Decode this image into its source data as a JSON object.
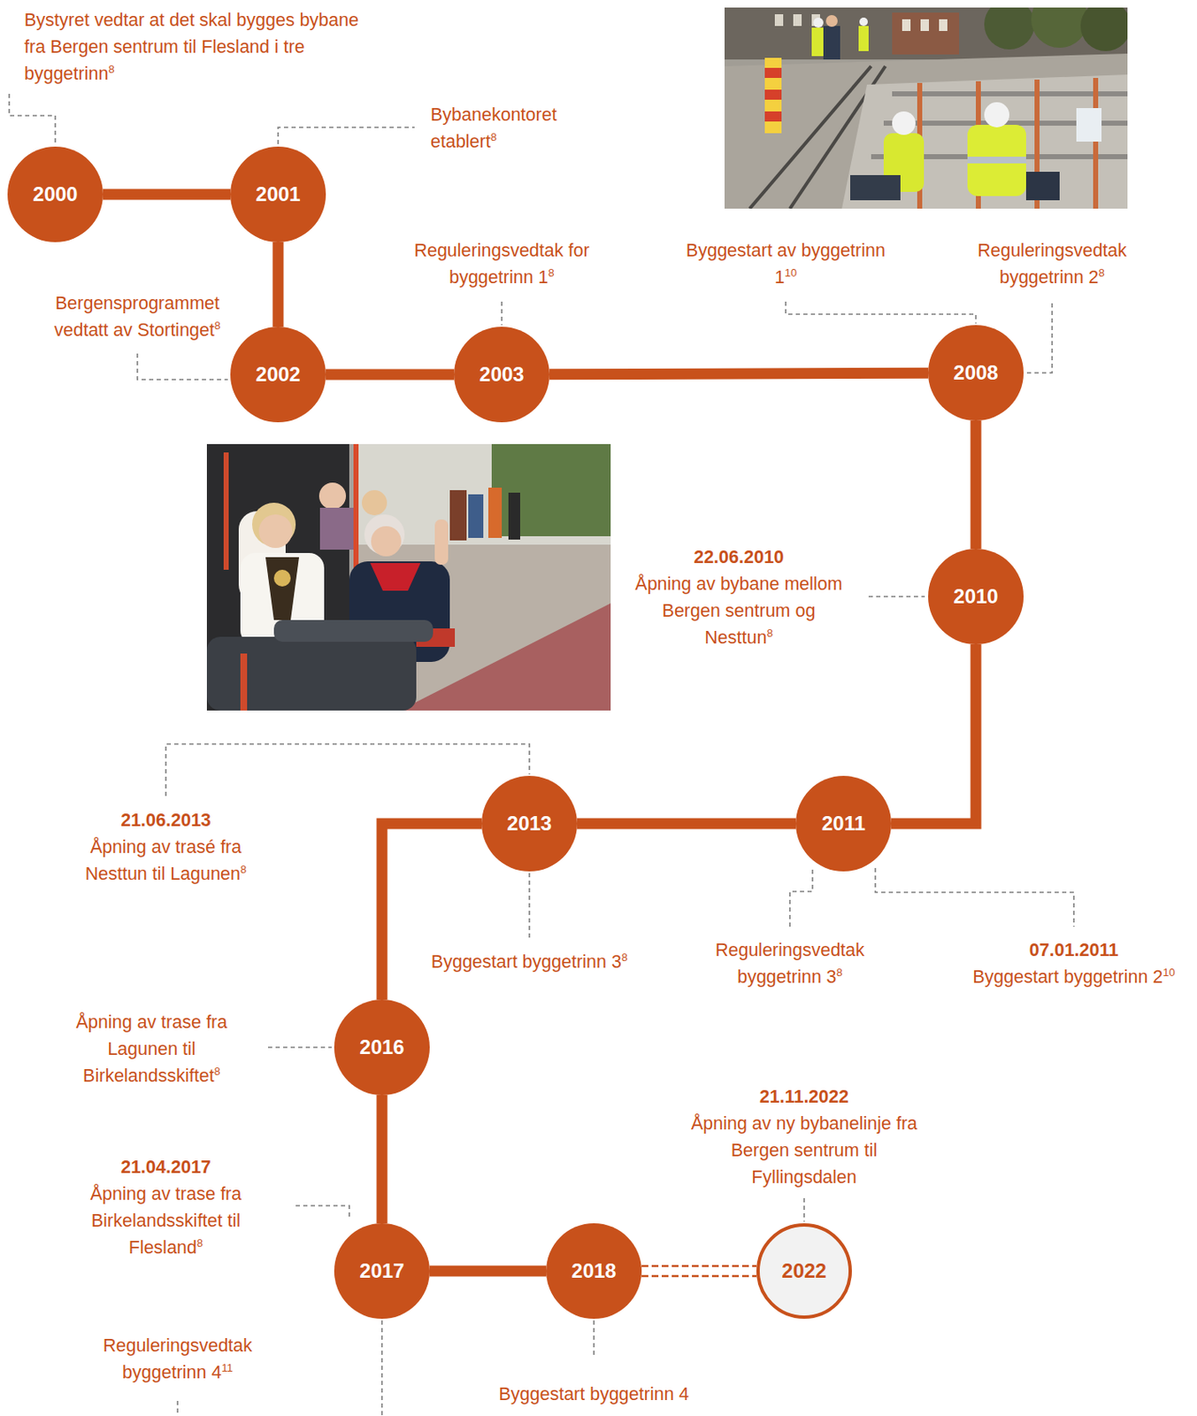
{
  "diagram": {
    "nodes": [
      {
        "text": [
          "2000"
        ]
      },
      {
        "text": [
          "2001"
        ]
      },
      {
        "text": [
          "2002"
        ]
      },
      {
        "text": [
          "2003"
        ]
      },
      {
        "text": [
          "2008"
        ]
      },
      {
        "text": [
          "2010"
        ]
      },
      {
        "text": [
          "2011"
        ]
      },
      {
        "text": [
          "2013"
        ]
      },
      {
        "text": [
          "2016"
        ]
      },
      {
        "text": [
          "2017"
        ]
      },
      {
        "text": [
          "2018"
        ]
      },
      {
        "text": [
          "2022"
        ]
      }
    ],
    "edges": [
      {
        "from": 0,
        "to": 1,
        "arrow": "none"
      },
      {
        "from": 1,
        "to": 2,
        "arrow": "none"
      },
      {
        "from": 2,
        "to": 3,
        "arrow": "none"
      },
      {
        "from": 3,
        "to": 4,
        "arrow": "none"
      },
      {
        "from": 4,
        "to": 5,
        "arrow": "none"
      },
      {
        "from": 5,
        "to": 6,
        "arrow": "none"
      },
      {
        "from": 6,
        "to": 7,
        "arrow": "none"
      },
      {
        "from": 7,
        "to": 8,
        "arrow": "none"
      },
      {
        "from": 8,
        "to": 9,
        "arrow": "none"
      },
      {
        "from": 9,
        "to": 10,
        "arrow": "none"
      },
      {
        "from": 10,
        "to": 11,
        "arrow": "none"
      }
    ],
    "labels": [
      "Bystyret vedtar at det skal bygges bybane fra Bergen sentrum til Flesland i tre byggetrinn",
      "8",
      "Bybanekontoret etablert",
      "8",
      "Bergensprogrammet vedtatt av Stortinget",
      "8",
      "Reguleringsvedtak for byggetrinn 1",
      "8",
      "Byggestart av byggetrinn 1",
      "10",
      "Reguleringsvedtak byggetrinn 2",
      "8",
      "22.06.2010",
      "Åpning av bybane mellom Bergen sentrum og Nesttun",
      "8",
      "21.06.2013",
      "Åpning av trasé fra Nesttun til Lagunen",
      "8",
      "Byggestart byggetrinn 3",
      "8",
      "Reguleringsvedtak byggetrinn 3",
      "8",
      "07.01.2011",
      "Byggestart byggetrinn 2",
      "10",
      "Åpning av trase fra Lagunen til Birkelandsskiftet",
      "8",
      "21.04.2017",
      "Åpning av trase fra Birkelandsskiftet til Flesland",
      "8",
      "21.11.2022",
      "Åpning av ny bybanelinje fra Bergen sentrum til Fyllingsdalen",
      "Reguleringsvedtak byggetrinn 4",
      "11",
      "Byggestart byggetrinn 4"
    ]
  }
}
